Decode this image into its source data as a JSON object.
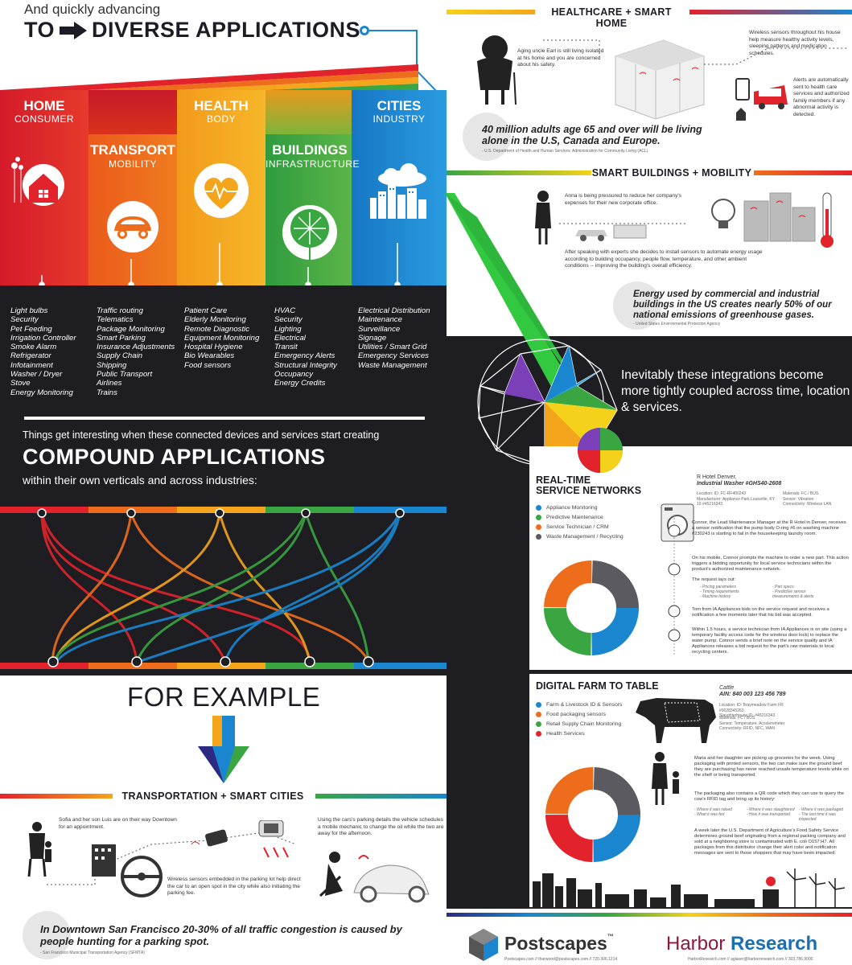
{
  "intro": {
    "line1": "And quickly advancing",
    "to": "TO",
    "line2": "DIVERSE APPLICATIONS"
  },
  "verticals": [
    {
      "title": "HOME",
      "sub": "CONSUMER",
      "color": "#e3232c",
      "icon": "house-icon",
      "items": [
        "Light bulbs",
        "Security",
        "Pet Feeding",
        "Irrigation Controller",
        "Smoke Alarm",
        "Refrigerator",
        "Infotainment",
        "Washer / Dryer",
        "Stove",
        "Energy Monitoring"
      ]
    },
    {
      "title": "TRANSPORT",
      "sub": "MOBILITY",
      "color": "#ee6d1d",
      "icon": "car-icon",
      "items": [
        "Traffic routing",
        "Telematics",
        "Package Monitoring",
        "Smart Parking",
        "Insurance Adjustments",
        "Supply Chain",
        "Shipping",
        "Public Transport",
        "Airlines",
        "Trains"
      ]
    },
    {
      "title": "HEALTH",
      "sub": "BODY",
      "color": "#f4a51b",
      "icon": "heart-icon",
      "items": [
        "Patient Care",
        "Elderly Monitoring",
        "Remote Diagnostic",
        "Equipment Monitoring",
        "Hospital Hygiene",
        "Bio Wearables",
        "Food sensors"
      ]
    },
    {
      "title": "BUILDINGS",
      "sub": "INFRASTRUCTURE",
      "color": "#39a642",
      "icon": "tree-icon",
      "items": [
        "HVAC",
        "Security",
        "Lighting",
        "Electrical",
        "Transit",
        "Emergency Alerts",
        "Structural Integrity",
        "Occupancy",
        "Energy Credits"
      ]
    },
    {
      "title": "CITIES",
      "sub": "INDUSTRY",
      "color": "#1a86d0",
      "icon": "city-icon",
      "items": [
        "Electrical Distribution",
        "Maintenance",
        "Surveillance",
        "Signage",
        "Utilities / Smart Grid",
        "Emergency Services",
        "Waste Management"
      ]
    }
  ],
  "compound": {
    "lead": "Things get interesting when these connected devices and services start creating",
    "title": "COMPOUND APPLICATIONS",
    "sub": "within their own verticals and across industries:"
  },
  "for_example": "FOR EXAMPLE",
  "transport": {
    "heading": "TRANSPORTATION + SMART CITIES",
    "t1": "Sofia and her son Luis are on their way Downtown for an appointment.",
    "t2": "Using the cars's parking details the vehicle schedules a mobile mechanic to change the oil while the two are away for the afternoon.",
    "t3": "Wireless sensors embedded in the parking lot help direct the car to an open spot in the city while also initiating the parking fee.",
    "quote": "In Downtown San Francisco 20-30% of all traffic congestion is caused by people hunting for a parking spot.",
    "source": "- San Francisco Municipal Transportation Agency (SFMTA)"
  },
  "health": {
    "heading": "HEALTHCARE + SMART HOME",
    "t1": "Aging uncle Earl is still living isolated at his home and you are concerned about his safety.",
    "t2": "Wireless sensors throughout his house help measure healthy activity levels, sleeping patterns and medication schedules.",
    "t3": "Alerts are automatically sent to health care services and authorized family members if any abnormal activity is detected.",
    "quote": "40 million adults age 65 and over will be living alone in the U.S, Canada and Europe.",
    "source": "- U.S. Department of Health and Human Services: Administration for Community Living (ACL)"
  },
  "buildings": {
    "heading": "SMART BUILDINGS + MOBILITY",
    "t1": "Anna is being pressured to reduce her company's expenses for their new corporate office.",
    "t2": "After speaking with experts she decides to install sensors to automate energy usage according to building occupancy, people flow, temperature, and other ambient conditions -- improving the building's overall efficiency.",
    "quote": "Energy used by commercial and industrial buildings in the US creates nearly 50% of our national emissions of greenhouse gases.",
    "source": "- United States Environmental Protection Agency"
  },
  "coupled": "Inevitably these integrations become more tightly coupled across time, location & services.",
  "rt": {
    "title1": "REAL-TIME",
    "title2": "SERVICE NETWORKS",
    "legend": [
      {
        "label": "Appliance Monitoring",
        "color": "#1a86d0"
      },
      {
        "label": "Predictive Maintenance",
        "color": "#39a642"
      },
      {
        "label": "Service Technician / CRM",
        "color": "#ee6d1d"
      },
      {
        "label": "Waste Management / Recycling",
        "color": "#5a5a60"
      }
    ],
    "device_name": "R Hotel Denver,",
    "device_model": "Industrial Washer #GHS40-2608",
    "location": "Location: ID: FC-RF400243",
    "manufacturer": "Manufacturer: Appliance Park Louisville, KY 10 #45216343",
    "materials": "Materials: FC / BUS",
    "sensor": "Sensor: Vibration",
    "connectivity": "Connectivity: Wireless LAN",
    "p1": "Connor, the Lead Maintenance Manager at the R Hotel in Denver, receives a sensor notification that the pump body O-ring #6 on washing machine #230243 is starting to fail in the housekeeping laundry room.",
    "p2": "On his mobile, Connor prompts the machine to order a new part. This action triggers a bidding opportunity for local service technicians within the product's authorized maintenance network.",
    "p3": "The request lays out:",
    "req": [
      "- Pricing parameters",
      "- Part specs",
      "- Timing requirements",
      "- Predictive sensor",
      "- Machine history",
      "measurements & alerts"
    ],
    "p4": "Tom from IA Appliances bids on the service request and receives a notification a few moments later that his bid was accepted.",
    "p5": "Within 1.5 hours, a service technician from IA Appliances is on site (using a temporary facility access code for the wireless door lock) to replace the water pump. Connor sends a brief note on the service quality and IA Appliances releases a bid request for the part's raw materials to local recycling centers."
  },
  "farm": {
    "title": "DIGITAL FARM TO TABLE",
    "legend": [
      {
        "label": "Farm & Livestock ID & Sensors",
        "color": "#1a86d0"
      },
      {
        "label": "Food packaging sensors",
        "color": "#ee6d1d"
      },
      {
        "label": "Retail Supply Chain Monitoring",
        "color": "#39a642"
      },
      {
        "label": "Health Services",
        "color": "#e3232c"
      }
    ],
    "cattle": "Cattle",
    "ain": "AIN: 840 003 123 456 789",
    "location": "Location: ID: Braymeadow Farm FR #0028345263",
    "slaughterhouse": "Slaughterhouse ID: #45216343",
    "materials": "Materials: FC / BUS",
    "sensor": "Sensor: Temperature, Accelerometer",
    "connectivity": "Connectivity: RFID, NFC, WAN",
    "p1": "Maria and her daughter are picking up groceries for the week. Using packaging with printed sensors, the two can make sure the ground beef they are purchasing has never reached unsafe temperature levels while on the shelf or being transported.",
    "p2": "The packaging also contains a QR code which they can use to query the cow's RFID tag and bring up its history:",
    "hist": [
      "- Where it was raised",
      "- Where it was slaughtered",
      "- Where it was packaged",
      "- What it was fed",
      "- How it was transported",
      "- The last time it was inspected"
    ],
    "p3": "A week later the U.S. Department of Agriculture's Food Safety Service determines ground beef originating from a regional packing company and sold at a neighboring store is contaminated with E. coli O157:H7. All packages from this distributor change their alert color and notification messages are sent to those shoppers that may have been impacted."
  },
  "footer": {
    "postscapes": "Postscapes",
    "tm": "™",
    "postscapes_contact": "Postscapes.com // tharwood@postscapes.com // 720.306.1214",
    "harbor1": "Harbor",
    "harbor2": "Research",
    "harbor_contact": "HarborResearch.com // aglaser@harborresearch.com // 303.786.9000"
  }
}
